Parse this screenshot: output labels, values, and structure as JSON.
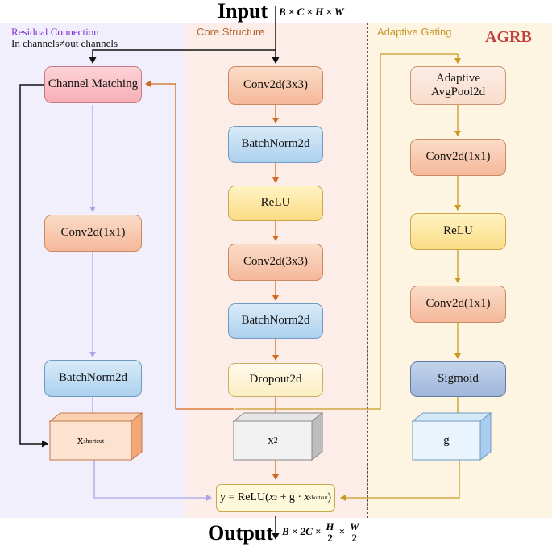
{
  "title_input": "Input",
  "input_shape": "B × C × H × W",
  "title_output": "Output",
  "output_shape": {
    "prefix": "B × 2C ×",
    "frac1_num": "H",
    "frac1_den": "2",
    "times": "×",
    "frac2_num": "W",
    "frac2_den": "2"
  },
  "agrb_label": "AGRB",
  "sections": {
    "residual": {
      "title": "Residual Connection",
      "subtitle": "In channels≠out channels"
    },
    "core": {
      "title": "Core Structure"
    },
    "gating": {
      "title": "Adaptive Gating"
    }
  },
  "residual_blocks": [
    "Channel Matching",
    "Conv2d(1x1)",
    "BatchNorm2d"
  ],
  "core_blocks": [
    "Conv2d(3x3)",
    "BatchNorm2d",
    "ReLU",
    "Conv2d(3x3)",
    "BatchNorm2d",
    "Dropout2d"
  ],
  "gating_blocks": [
    "Adaptive",
    "AvgPool2d",
    "Conv2d(1x1)",
    "ReLU",
    "Conv2d(1x1)",
    "Sigmoid"
  ],
  "tensors": {
    "shortcut": {
      "main": "x",
      "sub": "shortcut"
    },
    "x2": {
      "main": "x",
      "sub": "2"
    },
    "g": {
      "main": "g"
    }
  },
  "formula": {
    "lhs": "y = ReLU(",
    "x2": "x",
    "x2_sub": "2",
    "mid": " + g · ",
    "xs": "x",
    "xs_sub": "shortcut",
    "rhs": ")"
  },
  "colors": {
    "residual_title": "#7b2fcf",
    "core_title": "#b5642e",
    "gating_title": "#c9962a",
    "agrb": "#c0413b",
    "core_arrow": "#d2691e",
    "residual_arrow": "#a9a3ea",
    "gating_arrow": "#c99a20"
  }
}
